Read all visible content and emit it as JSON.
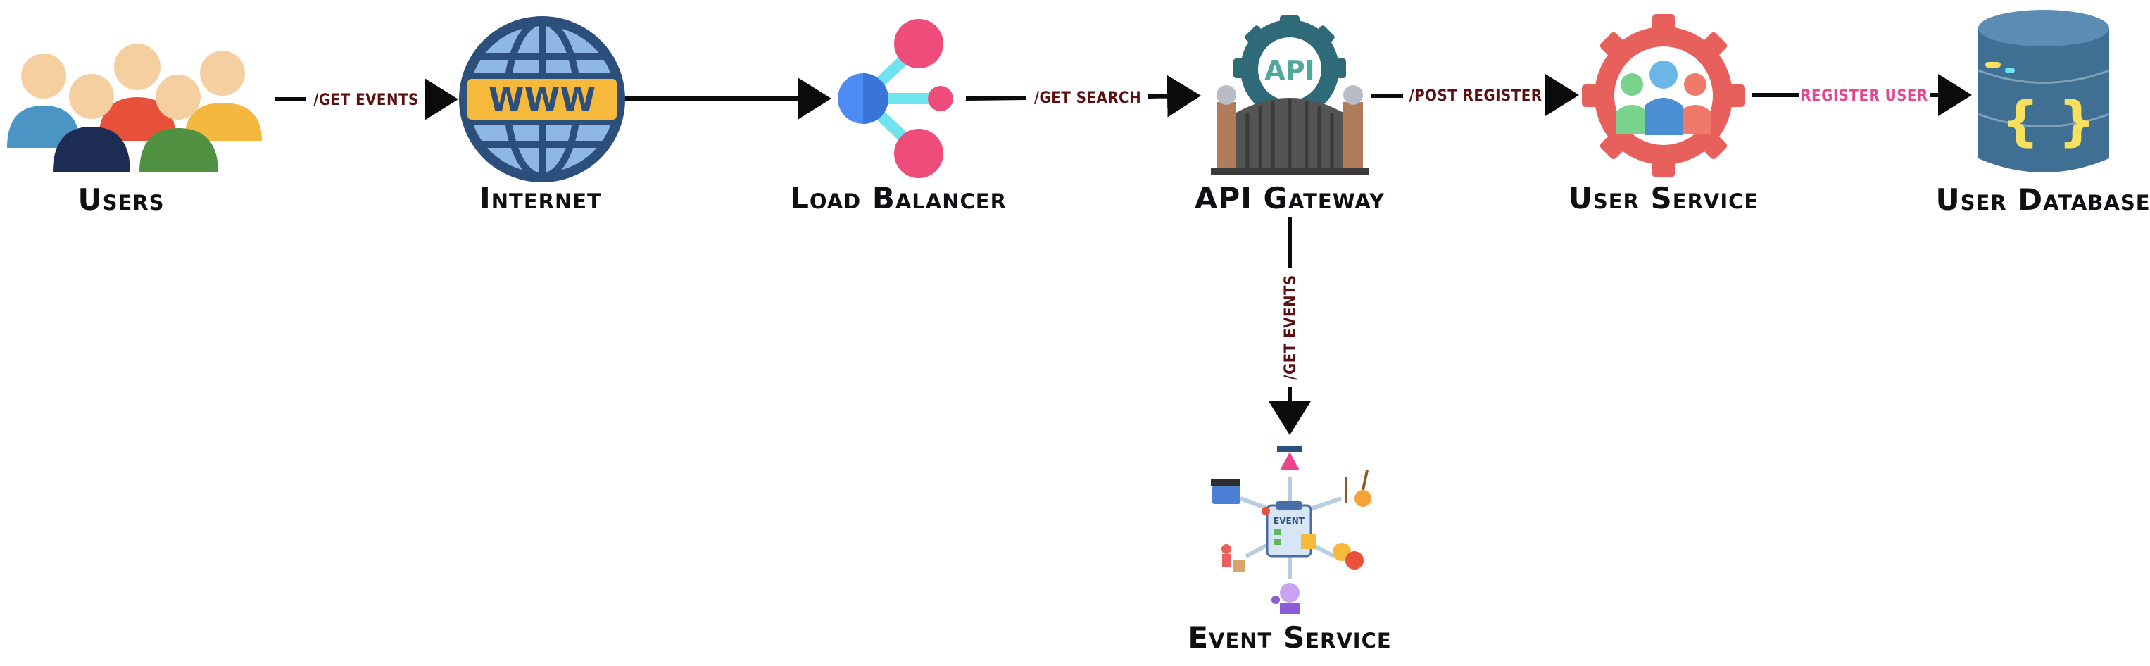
{
  "colors": {
    "arrow": "#0b0b0b",
    "edge_label_dark": "#5a1010",
    "edge_label_pink": "#e8458f",
    "node_text": "#0f0f14",
    "globe_blue": "#2c4f7c",
    "globe_light": "#8fb7e3",
    "www_band": "#f6b93b",
    "gear_red": "#e8605b",
    "gear_teal": "#2f6a78",
    "db_blue": "#3f6f93",
    "lb_pink": "#ee4c7b",
    "lb_blue": "#4d8cf5",
    "lb_cyan": "#6fe3ee"
  },
  "nodes": {
    "users": {
      "label": "Users",
      "icon": "users-group-icon"
    },
    "internet": {
      "label": "Internet",
      "icon": "globe-www-icon",
      "badge": "WWW"
    },
    "load_balancer": {
      "label": "Load Balancer",
      "icon": "load-balancer-icon"
    },
    "api_gateway": {
      "label": "API Gateway",
      "icon": "api-gate-icon",
      "badge": "API"
    },
    "user_service": {
      "label": "User Service",
      "icon": "user-gear-icon"
    },
    "user_database": {
      "label": "User Database",
      "icon": "database-icon",
      "glyph": "{ }"
    },
    "event_service": {
      "label": "Event Service",
      "icon": "event-hub-icon",
      "badge": "EVENT"
    }
  },
  "edges": {
    "users_internet": {
      "label": "/GET EVENTS"
    },
    "lb_gateway": {
      "label": "/GET SEARCH"
    },
    "gateway_userservice": {
      "label": "/POST REGISTER"
    },
    "userservice_db": {
      "label": "REGISTER USER"
    },
    "gateway_eventservice": {
      "label": "/GET EVENTS"
    }
  }
}
